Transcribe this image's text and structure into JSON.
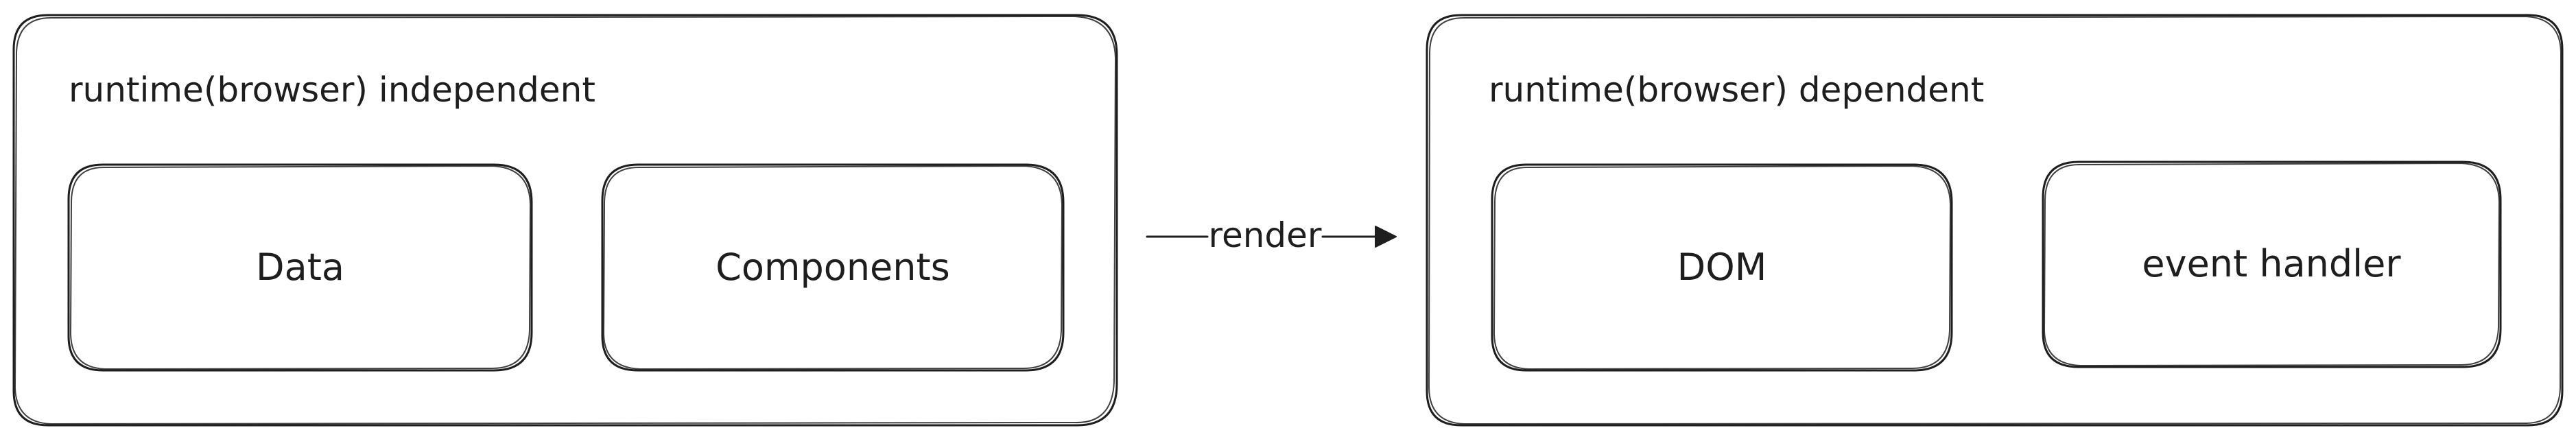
{
  "groups": [
    {
      "title": "runtime(browser) independent",
      "items": [
        "Data",
        "Components"
      ]
    },
    {
      "title": "runtime(browser) dependent",
      "items": [
        "DOM",
        "event handler"
      ]
    }
  ],
  "edge": {
    "label": "render"
  },
  "colors": {
    "stroke": "#1e1e1e",
    "background": "#ffffff"
  }
}
